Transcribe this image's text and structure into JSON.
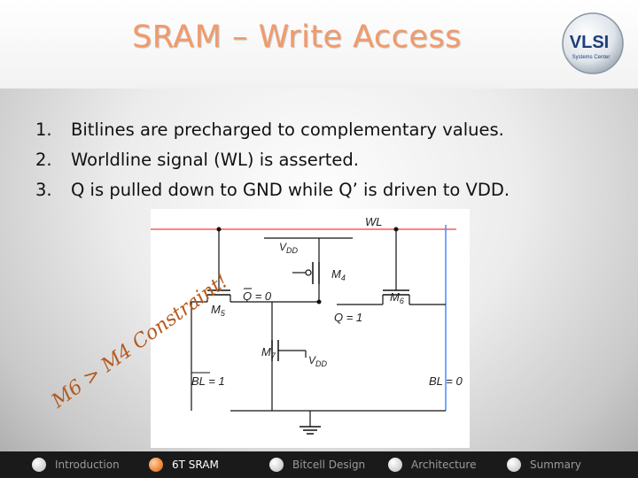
{
  "slide": {
    "title": "SRAM – Write Access",
    "logo": {
      "text": "VLSI",
      "subtext": "Systems Center"
    },
    "bullets": [
      {
        "num": "1.",
        "text": "Bitlines are precharged to complementary values."
      },
      {
        "num": "2.",
        "text": "Worldline signal (WL) is asserted."
      },
      {
        "num": "3.",
        "text": "Q is pulled down to GND while Q’ is driven to VDD."
      }
    ],
    "annotation": "M6 > M4 Constraint!"
  },
  "circuit": {
    "wl": "WL",
    "vdd": "V",
    "vdd_sub": "DD",
    "m4": "M",
    "m4_sub": "4",
    "m5": "M",
    "m5_sub": "5",
    "m6": "M",
    "m6_sub": "6",
    "m7": "M",
    "m7_sub": "7",
    "q_low": "Q = 0",
    "q_high": "Q = 1",
    "bl_bar": "BL = 1",
    "bl": "BL = 0",
    "wl_color": "#ff5a5a",
    "bl_color": "#4a8cff"
  },
  "nav": {
    "items": [
      {
        "label": "Introduction",
        "active": false
      },
      {
        "label": "6T SRAM",
        "active": true
      },
      {
        "label": "Bitcell Design",
        "active": false
      },
      {
        "label": "Architecture",
        "active": false
      },
      {
        "label": "Summary",
        "active": false
      }
    ]
  }
}
